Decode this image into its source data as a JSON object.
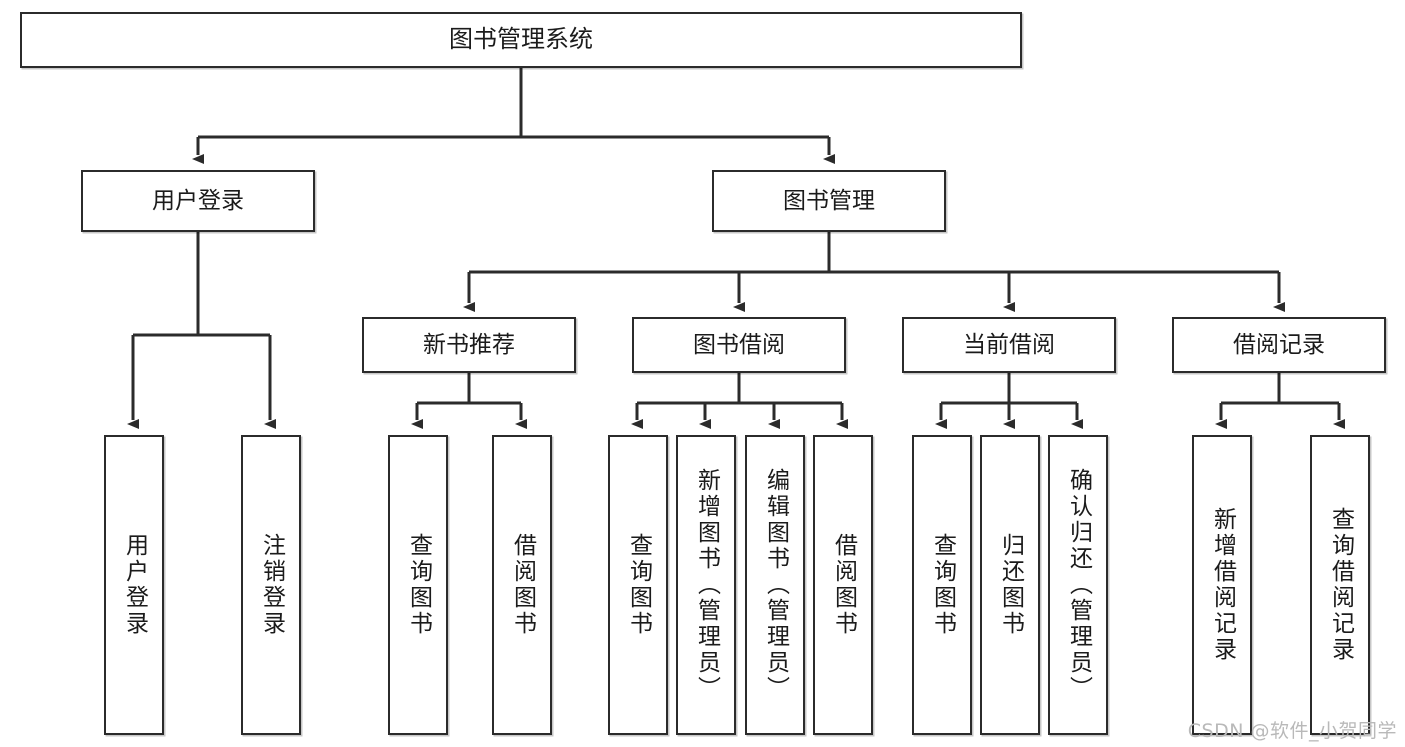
{
  "diagram": {
    "title": "图书管理系统",
    "type": "tree-hierarchy",
    "watermark": "CSDN @软件_小贺同学",
    "colors": {
      "background": "#ffffff",
      "node_fill": "#ffffff",
      "node_stroke": "#2b2b2b",
      "edge_stroke": "#2b2b2b",
      "text": "#1b1b1b",
      "watermark": "#b9b9b9"
    },
    "root": {
      "id": "root",
      "label": "图书管理系统",
      "orientation": "horizontal"
    },
    "level2": [
      {
        "id": "user-login",
        "label": "用户登录",
        "orientation": "horizontal"
      },
      {
        "id": "book-management",
        "label": "图书管理",
        "orientation": "horizontal"
      }
    ],
    "level3": [
      {
        "id": "new-book-recommend",
        "label": "新书推荐",
        "orientation": "horizontal",
        "parent": "book-management"
      },
      {
        "id": "book-borrow",
        "label": "图书借阅",
        "orientation": "horizontal",
        "parent": "book-management"
      },
      {
        "id": "current-borrow",
        "label": "当前借阅",
        "orientation": "horizontal",
        "parent": "book-management"
      },
      {
        "id": "borrow-record",
        "label": "借阅记录",
        "orientation": "horizontal",
        "parent": "book-management"
      }
    ],
    "leaves": [
      {
        "id": "leaf-user-login",
        "label": "用户登录",
        "orientation": "vertical",
        "parent": "user-login"
      },
      {
        "id": "leaf-logout-login",
        "label": "注销登录",
        "orientation": "vertical",
        "parent": "user-login"
      },
      {
        "id": "leaf-query-book-1",
        "label": "查询图书",
        "orientation": "vertical",
        "parent": "new-book-recommend"
      },
      {
        "id": "leaf-borrow-book-1",
        "label": "借阅图书",
        "orientation": "vertical",
        "parent": "new-book-recommend"
      },
      {
        "id": "leaf-query-book-2",
        "label": "查询图书",
        "orientation": "vertical",
        "parent": "book-borrow"
      },
      {
        "id": "leaf-add-book",
        "label": "新增图书（管理员）",
        "orientation": "vertical",
        "parent": "book-borrow"
      },
      {
        "id": "leaf-edit-book",
        "label": "编辑图书（管理员）",
        "orientation": "vertical",
        "parent": "book-borrow"
      },
      {
        "id": "leaf-borrow-book-2",
        "label": "借阅图书",
        "orientation": "vertical",
        "parent": "book-borrow"
      },
      {
        "id": "leaf-query-book-3",
        "label": "查询图书",
        "orientation": "vertical",
        "parent": "current-borrow"
      },
      {
        "id": "leaf-return-book",
        "label": "归还图书",
        "orientation": "vertical",
        "parent": "current-borrow"
      },
      {
        "id": "leaf-confirm-return",
        "label": "确认归还（管理员）",
        "orientation": "vertical",
        "parent": "current-borrow"
      },
      {
        "id": "leaf-add-record",
        "label": "新增借阅记录",
        "orientation": "vertical",
        "parent": "borrow-record"
      },
      {
        "id": "leaf-query-record",
        "label": "查询借阅记录",
        "orientation": "vertical",
        "parent": "borrow-record"
      }
    ]
  }
}
